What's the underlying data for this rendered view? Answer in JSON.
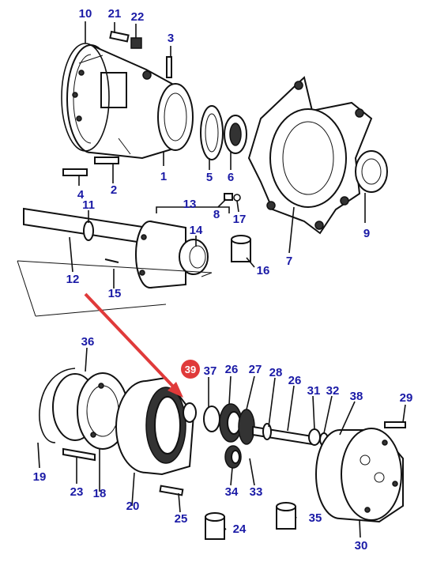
{
  "colors": {
    "label": "#1a1aa6",
    "highlight": "#e03a3a",
    "arrow": "#e03a3a",
    "line": "#111111"
  },
  "highlighted_part": "39",
  "labels": [
    "10",
    "21",
    "22",
    "3",
    "1",
    "5",
    "6",
    "4",
    "2",
    "11",
    "13",
    "14",
    "8",
    "17",
    "9",
    "12",
    "15",
    "16",
    "7",
    "36",
    "39",
    "37",
    "26",
    "27",
    "28",
    "26",
    "31",
    "32",
    "38",
    "29",
    "19",
    "23",
    "18",
    "20",
    "25",
    "34",
    "33",
    "24",
    "35",
    "30"
  ]
}
